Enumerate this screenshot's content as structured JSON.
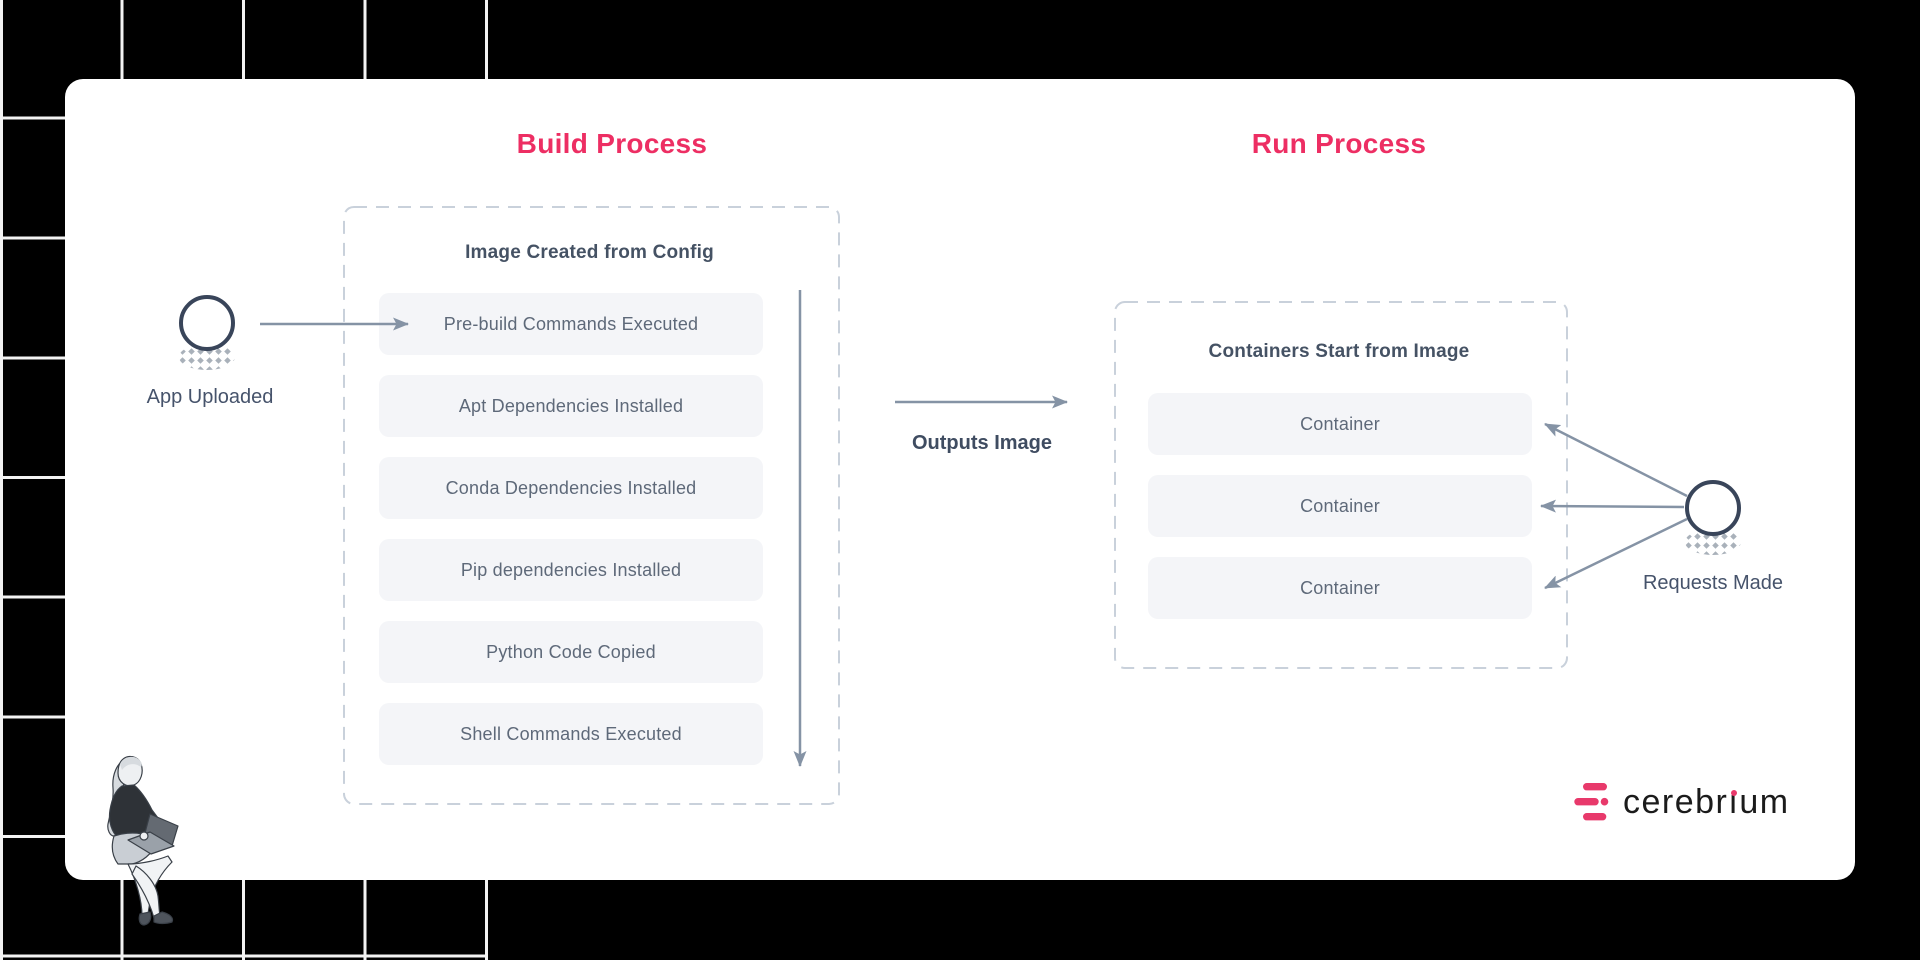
{
  "page": {
    "background": "#000000",
    "grid_line_color": "#F3F3F3"
  },
  "card": {
    "background": "#FFFFFF"
  },
  "colors": {
    "accent_pink": "#ED2E63",
    "logo_pink": "#E8396B",
    "circle_navy": "#39455A",
    "arrow_gray": "#8593A5",
    "box_fill": "#F4F5F8",
    "box_text": "#5E6979",
    "label_text": "#455264",
    "dashed_border": "#C9D1DB"
  },
  "build": {
    "title": "Build Process",
    "group_label": "Image Created from Config",
    "steps": [
      "Pre-build Commands Executed",
      "Apt Dependencies Installed",
      "Conda Dependencies Installed",
      "Pip dependencies Installed",
      "Python Code Copied",
      "Shell Commands Executed"
    ]
  },
  "run": {
    "title": "Run Process",
    "group_label": "Containers Start from Image",
    "containers": [
      "Container",
      "Container",
      "Container"
    ]
  },
  "flow": {
    "app_uploaded_label": "App Uploaded",
    "outputs_image_label": "Outputs Image",
    "requests_made_label": "Requests Made"
  },
  "icons": {
    "app_uploaded": "circle-with-halftone-shadow",
    "requests_made": "circle-with-halftone-shadow",
    "bottom_left": "woman-sitting-with-laptop",
    "logo_mark": "three-pink-bars"
  },
  "logo": {
    "text": "cerebrium",
    "part_before_i": "cerebr",
    "dotless_i": "ı",
    "part_after_i": "um"
  }
}
